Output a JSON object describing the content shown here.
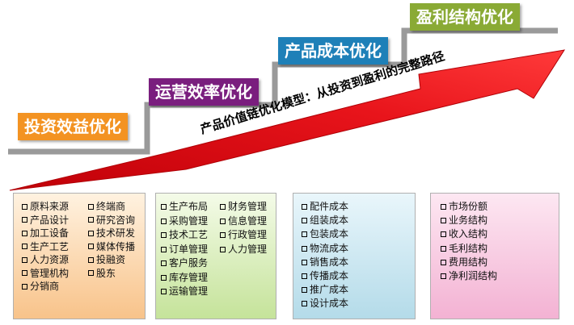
{
  "stages": [
    {
      "label": "投资效益优化",
      "color": "#f39322"
    },
    {
      "label": "运营效率优化",
      "color": "#7a1e7e"
    },
    {
      "label": "产品成本优化",
      "color": "#1e80b8"
    },
    {
      "label": "盈利结构优化",
      "color": "#8aaa35"
    }
  ],
  "arrow": {
    "caption": "产品价值链优化模型：从投资到盈利的完整路径",
    "color": "#e8141b"
  },
  "boxes": [
    {
      "columns": [
        [
          "原料来源",
          "产品设计",
          "加工设备",
          "生产工艺",
          "人力资源",
          "管理机构",
          "分销商"
        ],
        [
          "终端商",
          "研究咨询",
          "技术研发",
          "媒体传播",
          "投融资",
          "股东"
        ]
      ]
    },
    {
      "columns": [
        [
          "生产布局",
          "采购管理",
          "技术工艺",
          "订单管理",
          "客户服务",
          "库存管理",
          "运输管理"
        ],
        [
          "财务管理",
          "信息管理",
          "行政管理",
          "人力管理"
        ]
      ]
    },
    {
      "columns": [
        [
          "配件成本",
          "组装成本",
          "包装成本",
          "物流成本",
          "销售成本",
          "传播成本",
          "推广成本",
          "设计成本"
        ]
      ]
    },
    {
      "columns": [
        [
          "市场份额",
          "业务结构",
          "收入结构",
          "毛利结构",
          "费用结构",
          "净利润结构"
        ]
      ]
    }
  ]
}
